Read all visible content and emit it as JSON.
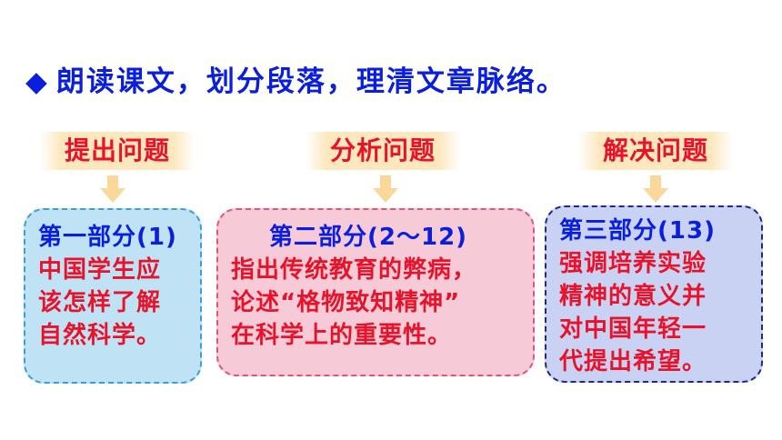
{
  "title": {
    "bullet": "◆",
    "text": "朗读课文，划分段落，理清文章脉络。"
  },
  "sections": [
    {
      "label": "提出问题",
      "heading": "第一部分(1)",
      "lines": [
        "中国学生应",
        "该怎样了解",
        "自然科学。"
      ]
    },
    {
      "label": "分析问题",
      "heading": "第二部分(2～12)",
      "lines": [
        "指出传统教育的弊病，",
        "论述“格物致知精神”",
        "在科学上的重要性。"
      ]
    },
    {
      "label": "解决问题",
      "heading": "第三部分(13)",
      "lines": [
        "强调培养实验",
        "精神的意义并",
        "对中国年轻一",
        "代提出希望。"
      ]
    }
  ],
  "colors": {
    "title": "#0a1ee0",
    "label_text": "#e8132a",
    "label_bg": "#fde7bd",
    "arrow": "#fbd79a",
    "box1_bg": "#bfe2f5",
    "box2_bg": "#f7cad7",
    "box3_bg": "#c9d2f3"
  }
}
